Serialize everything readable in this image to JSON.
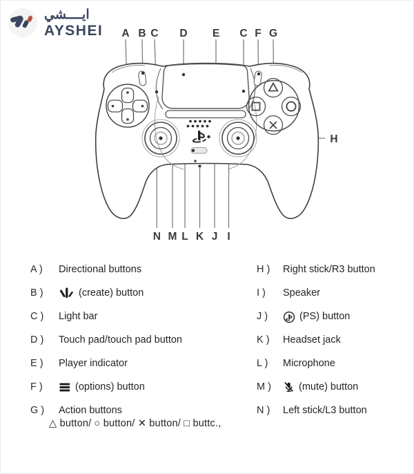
{
  "brand": {
    "arabic": "ايــــشي",
    "name": "AYSHEI"
  },
  "diagram": {
    "top_labels": [
      "A",
      "B",
      "C",
      "D",
      "E",
      "C",
      "F",
      "G"
    ],
    "side_label": "H",
    "bottom_labels": [
      "N",
      "M",
      "L",
      "K",
      "J",
      "I"
    ]
  },
  "legend": {
    "left": [
      {
        "key": "A )",
        "text": "Directional buttons"
      },
      {
        "key": "B )",
        "text": "(create) button"
      },
      {
        "key": "C )",
        "text": "Light bar"
      },
      {
        "key": "D )",
        "text": "Touch pad/touch pad button"
      },
      {
        "key": "E )",
        "text": "Player indicator"
      },
      {
        "key": "F )",
        "text": "(options) button"
      },
      {
        "key": "G )",
        "text": "Action buttons",
        "sub": "△ button/ ○ button/ ✕ button/ □ buttc.,"
      }
    ],
    "right": [
      {
        "key": "H )",
        "text": "Right stick/R3 button"
      },
      {
        "key": "I )",
        "text": "Speaker"
      },
      {
        "key": "J )",
        "text": "(PS) button"
      },
      {
        "key": "K )",
        "text": "Headset jack"
      },
      {
        "key": "L )",
        "text": "Microphone"
      },
      {
        "key": "M )",
        "text": "(mute) button"
      },
      {
        "key": "N )",
        "text": "Left stick/L3 button"
      }
    ]
  },
  "colors": {
    "brand_navy": "#3a4660",
    "brand_red": "#bf5a4d",
    "outline": "#3d3d3d",
    "leader_line": "#7d7d7d",
    "text": "#242424"
  }
}
